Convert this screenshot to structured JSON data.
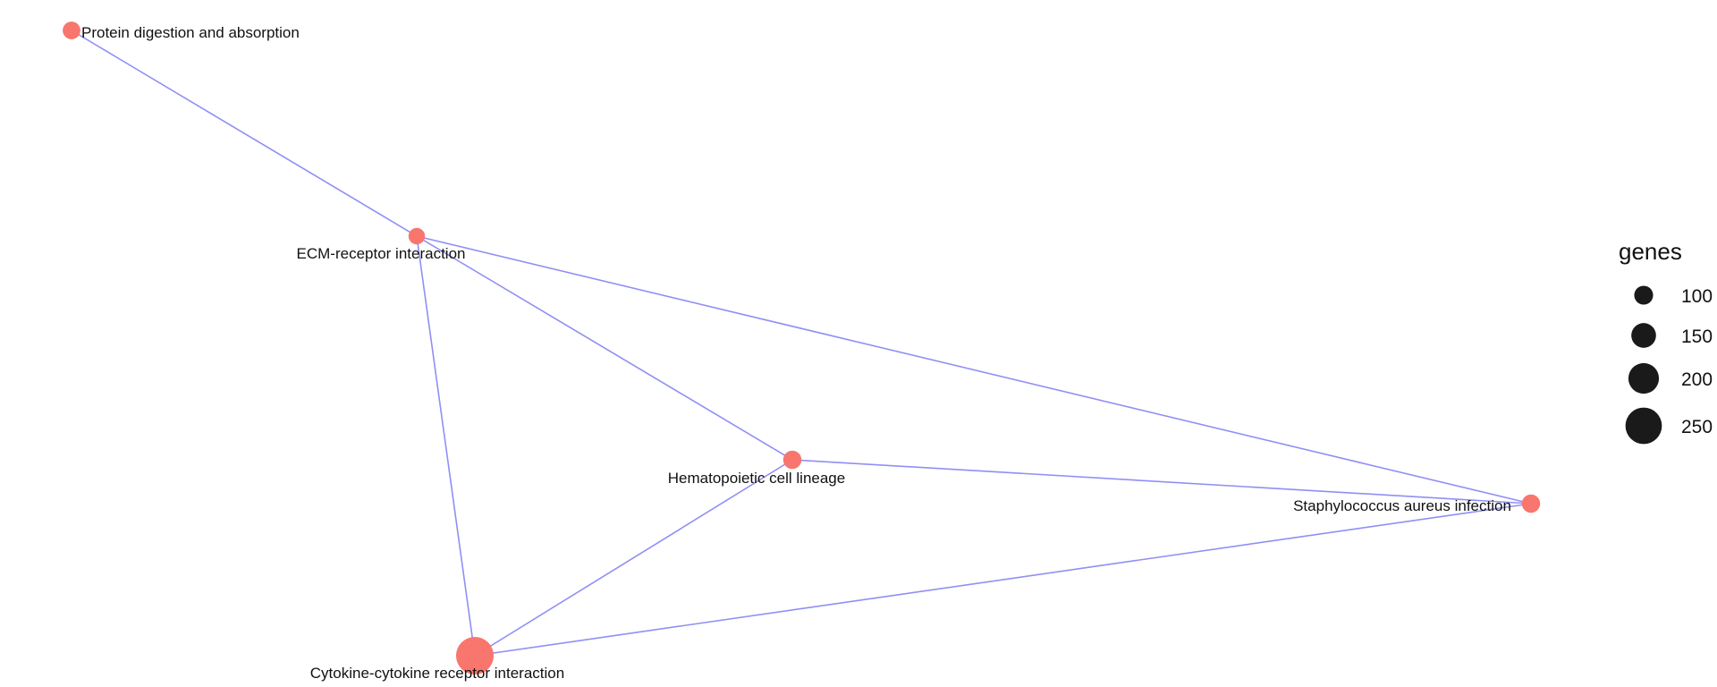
{
  "colors": {
    "node": "#f8766d",
    "edge": "#8f8ff5",
    "legend_symbol": "#1a1a1a"
  },
  "network": {
    "nodes": [
      {
        "id": "protein",
        "label": "Protein digestion and absorption",
        "genes": 90
      },
      {
        "id": "ecm",
        "label": "ECM-receptor interaction",
        "genes": 80
      },
      {
        "id": "hema",
        "label": "Hematopoietic cell lineage",
        "genes": 95
      },
      {
        "id": "staph",
        "label": "Staphylococcus aureus infection",
        "genes": 95
      },
      {
        "id": "cytokine",
        "label": "Cytokine-cytokine receptor interaction",
        "genes": 260
      }
    ],
    "edges": [
      [
        "protein",
        "ecm"
      ],
      [
        "ecm",
        "hema"
      ],
      [
        "ecm",
        "staph"
      ],
      [
        "ecm",
        "cytokine"
      ],
      [
        "hema",
        "staph"
      ],
      [
        "hema",
        "cytokine"
      ],
      [
        "cytokine",
        "staph"
      ]
    ]
  },
  "legend": {
    "title": "genes",
    "items": [
      {
        "label": "100",
        "value": 100
      },
      {
        "label": "150",
        "value": 150
      },
      {
        "label": "200",
        "value": 200
      },
      {
        "label": "250",
        "value": 250
      }
    ]
  }
}
